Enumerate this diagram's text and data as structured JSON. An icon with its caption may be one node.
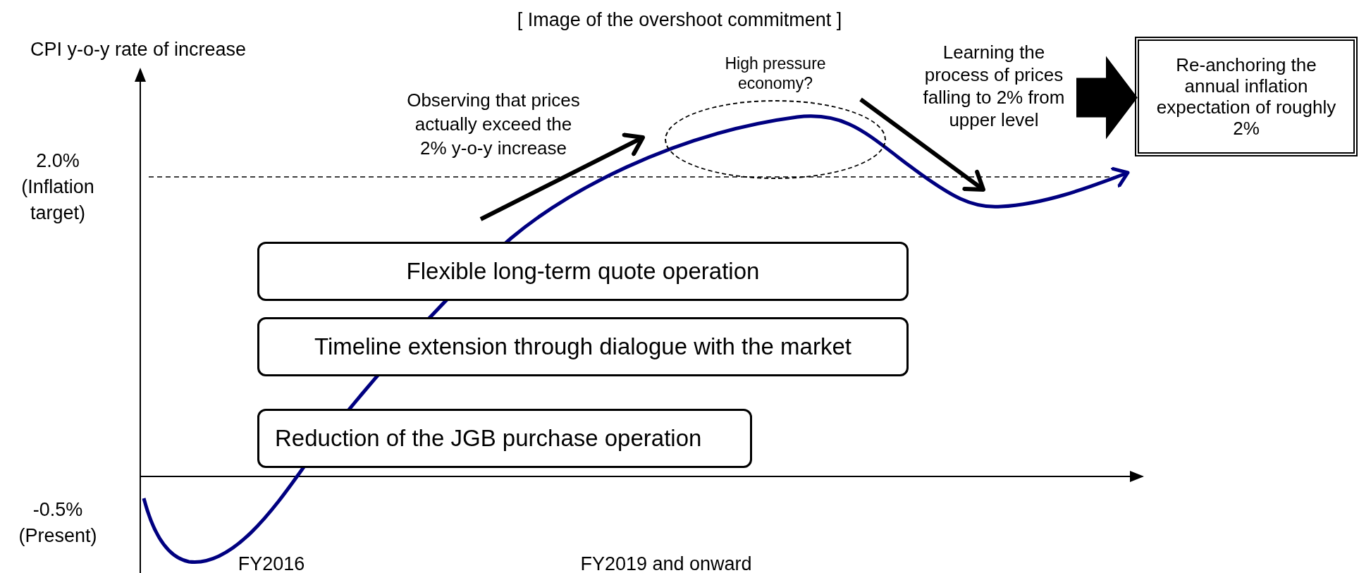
{
  "diagram": {
    "title": "[ Image of the overshoot commitment ]",
    "nodes": [
      {
        "text": [
          "Flexible long-term quote operation"
        ]
      },
      {
        "text": [
          "Timeline extension through dialogue with the market"
        ]
      },
      {
        "text": [
          "Reduction of the JGB purchase operation"
        ]
      },
      {
        "text": [
          "High pressure economy?"
        ]
      },
      {
        "text": [
          "Learning the process of prices falling to 2% from upper level"
        ]
      },
      {
        "text": [
          "Re-anchoring the annual inflation expectation of roughly 2%"
        ]
      }
    ],
    "edges": [
      {
        "from": 4,
        "to": 5,
        "arrow": "to",
        "style": "thick"
      }
    ],
    "labels": [
      "CPI y-o-y rate of increase",
      "2.0% (Inflation target)",
      "-0.5% (Present)",
      "FY2016",
      "FY2019 and onward",
      "Observing that prices actually exceed the 2% y-o-y increase"
    ]
  }
}
